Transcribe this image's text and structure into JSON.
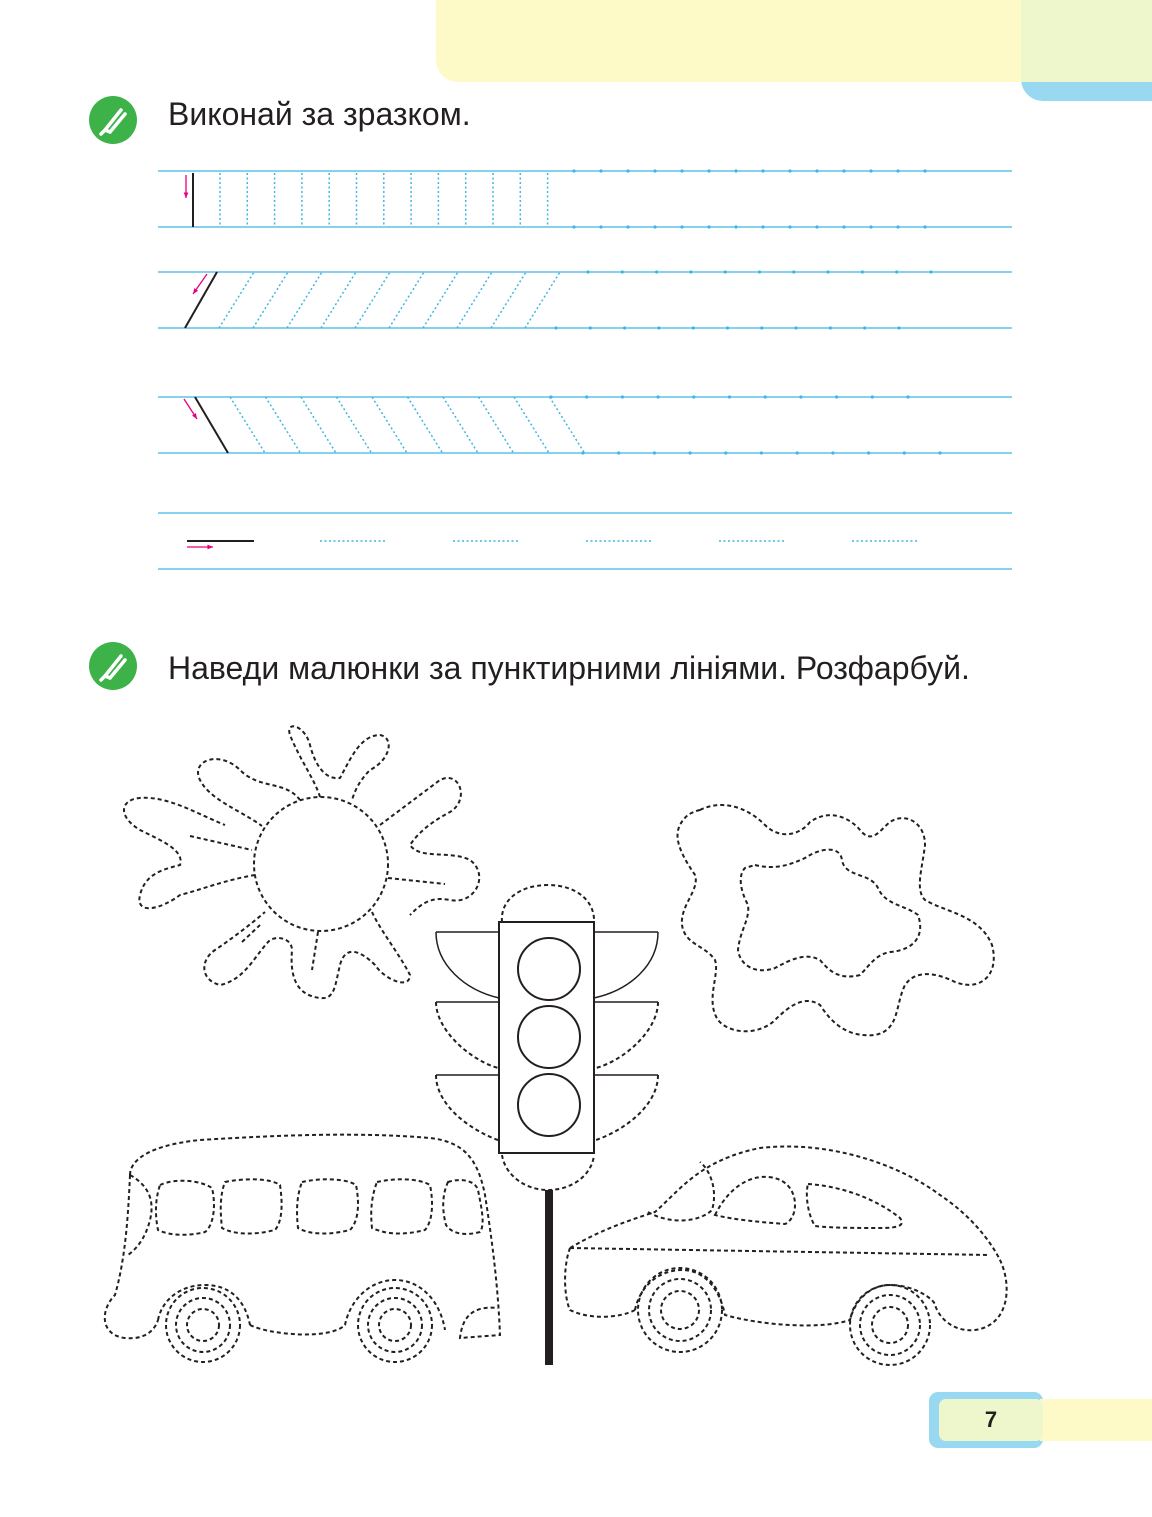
{
  "tasks": [
    {
      "icon": "pencil-icon",
      "text": "Виконай за зразком."
    },
    {
      "icon": "pencil-icon",
      "text": "Наведи малюнки за пунктирними лініями. Розфарбуй."
    }
  ],
  "page_number": "7",
  "colors": {
    "accent_green": "#3db249",
    "guide_blue": "#3fb6e4",
    "arrow_pink": "#e6007e",
    "band_yellow": "#fefac8",
    "band_blue": "#98d8f0"
  }
}
